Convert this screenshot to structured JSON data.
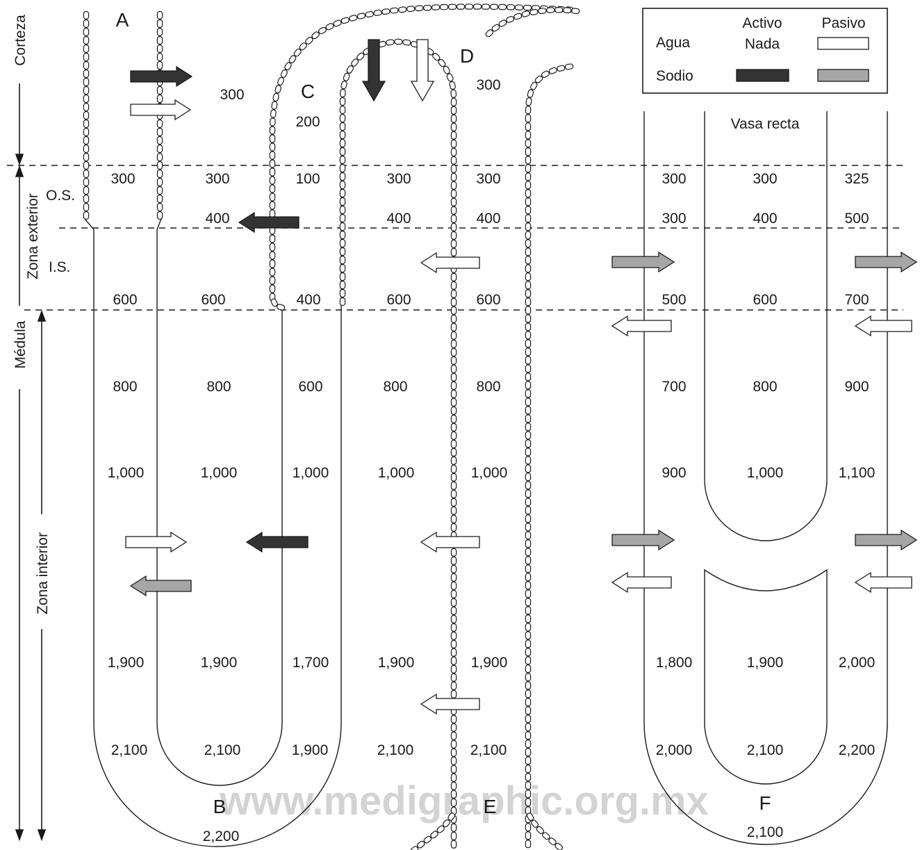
{
  "side_labels": {
    "cortex": "Corteza",
    "outer_zone": "Zona exterior",
    "medulla": "Médula",
    "inner_zone": "Zona interior",
    "outer_stripe": "O.S.",
    "inner_stripe": "I.S."
  },
  "segment_letters": {
    "a": "A",
    "b": "B",
    "c": "C",
    "d": "D",
    "e": "E",
    "f": "F"
  },
  "vasa_recta": "Vasa recta",
  "legend": {
    "col_active": "Activo",
    "col_passive": "Pasivo",
    "row_water": "Agua",
    "row_sodium": "Sodio",
    "water_active": "Nada",
    "colors": {
      "active_sodium": "#333333",
      "passive_sodium": "#a6a6a6",
      "passive_water": "#ffffff"
    }
  },
  "watermark": "www.medigraphic.org.mx",
  "osmolarity": {
    "cortex": [
      "300",
      "300",
      "200"
    ],
    "row_300": [
      "300",
      "300",
      "100",
      "300",
      "300",
      "300",
      "300",
      "325"
    ],
    "row_400": [
      "400",
      "400",
      "400",
      "300",
      "400",
      "500"
    ],
    "row_600": [
      "600",
      "600",
      "400",
      "600",
      "600",
      "500",
      "600",
      "700"
    ],
    "row_800": [
      "800",
      "800",
      "600",
      "800",
      "800",
      "700",
      "800",
      "900"
    ],
    "row_1000": [
      "1,000",
      "1,000",
      "1,000",
      "1,000",
      "1,000",
      "900",
      "1,000",
      "1,100"
    ],
    "row_1900": [
      "1,900",
      "1,900",
      "1,700",
      "1,900",
      "1,900",
      "1,800",
      "1,900",
      "2,000"
    ],
    "row_2100": [
      "2,100",
      "2,100",
      "1,900",
      "2,100",
      "2,100",
      "2,000",
      "2,100",
      "2,200"
    ],
    "loop_tip": "2,200",
    "vasa_tip": "2,100"
  }
}
